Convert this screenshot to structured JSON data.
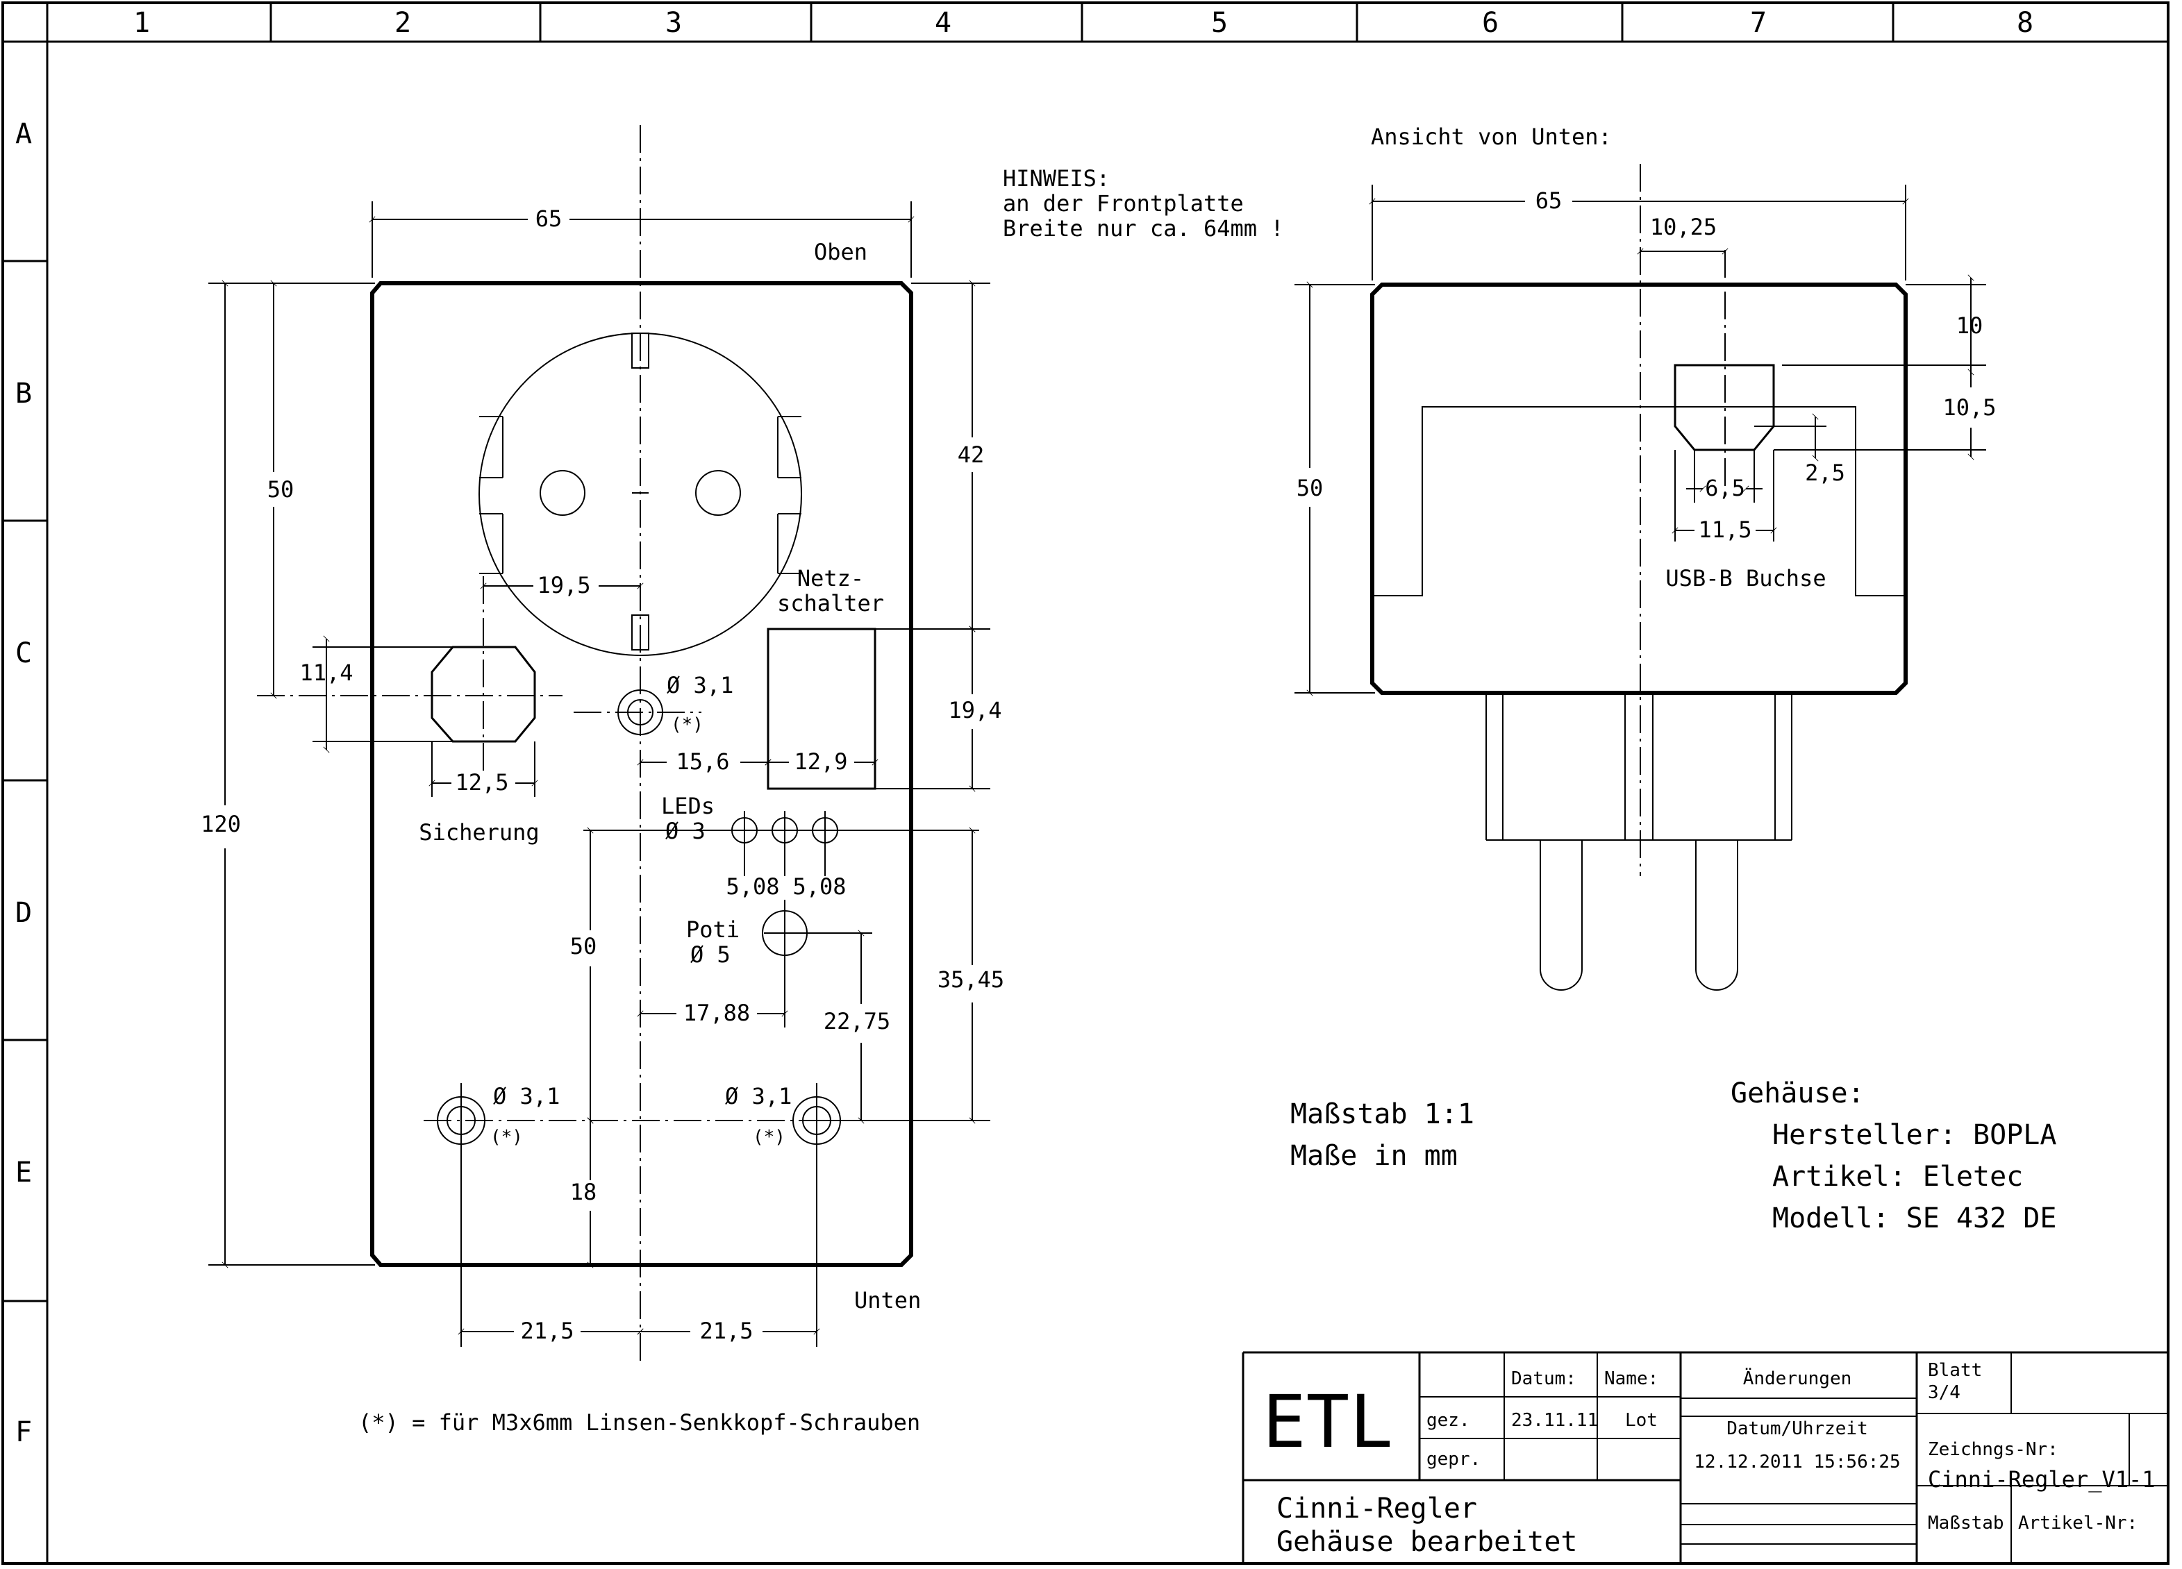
{
  "sheet": {
    "columns": [
      "1",
      "2",
      "3",
      "4",
      "5",
      "6",
      "7",
      "8"
    ],
    "rows": [
      "A",
      "B",
      "C",
      "D",
      "E",
      "F"
    ]
  },
  "front": {
    "label_top": "Oben",
    "label_bottom": "Unten",
    "dim_width": "65",
    "dim_height_total": "120",
    "dim_socket_left": "50",
    "dim_socket_right": "42",
    "dim_socket_center": "19,5",
    "dim_fuse_height": "11,4",
    "dim_fuse_width": "12,5",
    "fuse_label": "Sicherung",
    "switch_label_1": "Netz-",
    "switch_label_2": "schalter",
    "dim_switch_right": "19,4",
    "dim_switch_offset": "15,6",
    "dim_switch_width": "12,9",
    "hole_top_dia": "Ø 3,1",
    "hole_top_note": "(*)",
    "leds_label": "LEDs",
    "leds_dia": "Ø 3",
    "dim_led_pitch_1": "5,08",
    "dim_led_pitch_2": "5,08",
    "poti_label": "Poti",
    "poti_dia": "Ø 5",
    "dim_poti_offset": "17,88",
    "dim_poti_height": "22,75",
    "dim_right_lower": "35,45",
    "dim_center_50": "50",
    "dim_center_18": "18",
    "hole_left_dia": "Ø 3,1",
    "hole_left_note": "(*)",
    "hole_right_dia": "Ø 3,1",
    "hole_right_note": "(*)",
    "dim_hole_left": "21,5",
    "dim_hole_right": "21,5"
  },
  "hint": {
    "line1": "HINWEIS:",
    "line2": "an der Frontplatte",
    "line3": "Breite nur ca. 64mm !"
  },
  "bottom_view": {
    "title": "Ansicht von Unten:",
    "dim_width": "65",
    "dim_offset": "10,25",
    "dim_height": "50",
    "dim_10": "10",
    "dim_10_5": "10,5",
    "dim_2_5": "2,5",
    "dim_6_5": "6,5",
    "dim_11_5": "11,5",
    "usb_label": "USB-B Buchse"
  },
  "notes": {
    "scale": "Maßstab 1:1",
    "units": "Maße in mm",
    "housing_title": "Gehäuse:",
    "manufacturer": "Hersteller: BOPLA",
    "article": "Artikel: Eletec",
    "model": "Modell: SE 432 DE",
    "footnote": "(*) = für M3x6mm Linsen-Senkkopf-Schrauben"
  },
  "title_block": {
    "logo": "ETL",
    "h_datum": "Datum:",
    "h_name": "Name:",
    "r_gez": "gez.",
    "gez_date": "23.11.11",
    "gez_name": "Lot",
    "r_gepr": "gepr.",
    "changes": "Änderungen",
    "datetime_label": "Datum/Uhrzeit",
    "datetime": "12.12.2011 15:56:25",
    "sheet_label": "Blatt",
    "sheet_no": "3/4",
    "drawing_no_label": "Zeichngs-Nr:",
    "drawing_no": "Cinni-Regler_V1-1",
    "scale_label": "Maßstab",
    "article_label": "Artikel-Nr:",
    "title1": "Cinni-Regler",
    "title2": "Gehäuse bearbeitet"
  }
}
